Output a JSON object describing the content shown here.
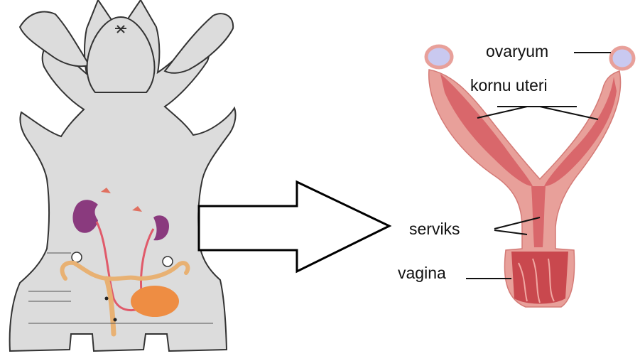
{
  "labels": {
    "ovary": "ovaryum",
    "uterine_horn": "kornu uteri",
    "cervix": "serviks",
    "vagina": "vagina"
  },
  "colors": {
    "animal_fill": "#dcdcdc",
    "animal_outline": "#333333",
    "kidney": "#8a3a7e",
    "ureter": "#e05a6a",
    "reproductive_duct": "#e8b173",
    "bladder": "#ee8d43",
    "uterus_outer": "#e8a09a",
    "uterus_inner": "#d9676b",
    "ovary": "#c9c9f0",
    "arrow_fill": "#ffffff",
    "arrow_stroke": "#000000",
    "label_text": "#111111"
  },
  "icons": {
    "arrow": "right-arrow-icon"
  }
}
